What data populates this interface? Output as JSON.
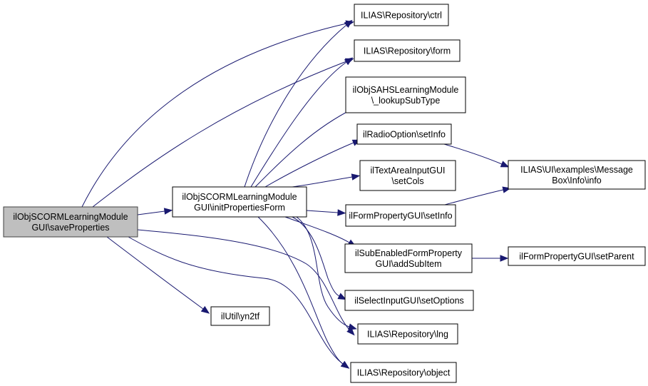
{
  "diagram": {
    "type": "call-graph",
    "colors": {
      "edge": "#191970",
      "root_fill": "#bfbfbf",
      "node_fill": "#ffffff",
      "node_border": "#000000"
    },
    "nodes": [
      {
        "id": "saveProperties",
        "lines": [
          "ilObjSCORMLearningModule",
          "GUI\\saveProperties"
        ],
        "root": true
      },
      {
        "id": "initPropertiesForm",
        "lines": [
          "ilObjSCORMLearningModule",
          "GUI\\initPropertiesForm"
        ]
      },
      {
        "id": "ctrl",
        "lines": [
          "ILIAS\\Repository\\ctrl"
        ]
      },
      {
        "id": "form",
        "lines": [
          "ILIAS\\Repository\\form"
        ]
      },
      {
        "id": "lookupSubType",
        "lines": [
          "ilObjSAHSLearningModule",
          "\\_lookupSubType"
        ]
      },
      {
        "id": "radioSetInfo",
        "lines": [
          "ilRadioOption\\setInfo"
        ]
      },
      {
        "id": "setCols",
        "lines": [
          "ilTextAreaInputGUI",
          "\\setCols"
        ]
      },
      {
        "id": "formPropSetInfo",
        "lines": [
          "ilFormPropertyGUI\\setInfo"
        ]
      },
      {
        "id": "addSubItem",
        "lines": [
          "ilSubEnabledFormProperty",
          "GUI\\addSubItem"
        ]
      },
      {
        "id": "setOptions",
        "lines": [
          "ilSelectInputGUI\\setOptions"
        ]
      },
      {
        "id": "lng",
        "lines": [
          "ILIAS\\Repository\\lng"
        ]
      },
      {
        "id": "object",
        "lines": [
          "ILIAS\\Repository\\object"
        ]
      },
      {
        "id": "yn2tf",
        "lines": [
          "ilUtil\\yn2tf"
        ]
      },
      {
        "id": "messageBoxInfo",
        "lines": [
          "ILIAS\\UI\\examples\\Message",
          "Box\\Info\\info"
        ]
      },
      {
        "id": "setParent",
        "lines": [
          "ilFormPropertyGUI\\setParent"
        ]
      }
    ],
    "edges": [
      {
        "from": "saveProperties",
        "to": "initPropertiesForm"
      },
      {
        "from": "saveProperties",
        "to": "ctrl"
      },
      {
        "from": "saveProperties",
        "to": "form"
      },
      {
        "from": "saveProperties",
        "to": "lng"
      },
      {
        "from": "saveProperties",
        "to": "object"
      },
      {
        "from": "saveProperties",
        "to": "yn2tf"
      },
      {
        "from": "initPropertiesForm",
        "to": "ctrl"
      },
      {
        "from": "initPropertiesForm",
        "to": "form"
      },
      {
        "from": "initPropertiesForm",
        "to": "lookupSubType"
      },
      {
        "from": "initPropertiesForm",
        "to": "radioSetInfo"
      },
      {
        "from": "initPropertiesForm",
        "to": "setCols"
      },
      {
        "from": "initPropertiesForm",
        "to": "formPropSetInfo"
      },
      {
        "from": "initPropertiesForm",
        "to": "addSubItem"
      },
      {
        "from": "initPropertiesForm",
        "to": "setOptions"
      },
      {
        "from": "initPropertiesForm",
        "to": "lng"
      },
      {
        "from": "initPropertiesForm",
        "to": "object"
      },
      {
        "from": "radioSetInfo",
        "to": "messageBoxInfo"
      },
      {
        "from": "formPropSetInfo",
        "to": "messageBoxInfo"
      },
      {
        "from": "addSubItem",
        "to": "setParent"
      }
    ]
  }
}
